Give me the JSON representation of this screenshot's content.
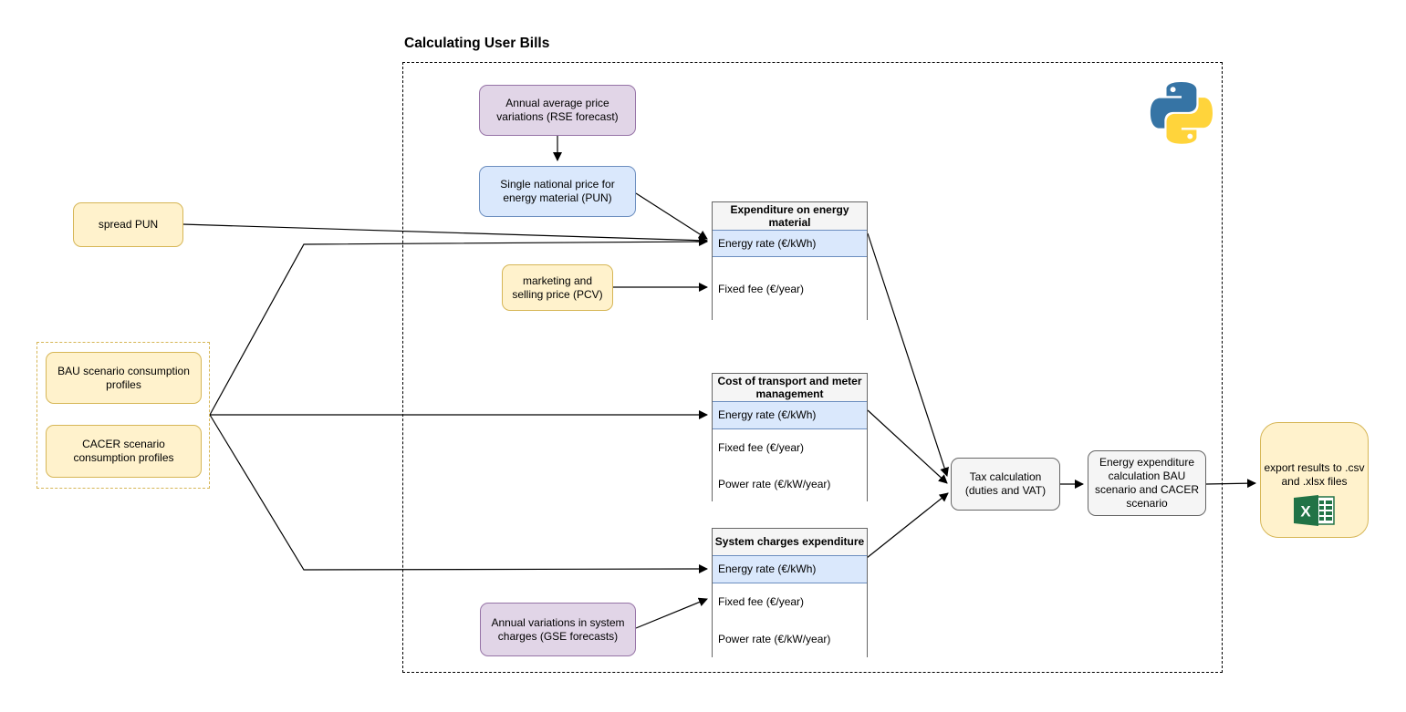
{
  "title": "Calculating User Bills",
  "nodes": {
    "rse_forecast": "Annual average price variations (RSE forecast)",
    "pun": "Single national price for energy material (PUN)",
    "spread_pun": "spread PUN",
    "bau_profiles": "BAU scenario consumption profiles",
    "cacer_profiles": "CACER scenario consumption profiles",
    "pcv": "marketing and selling price (PCV)",
    "gse_forecast": "Annual variations in system charges (GSE forecasts)",
    "tax_calculation": "Tax calculation (duties and VAT)",
    "energy_expenditure": "Energy expenditure calculation BAU scenario and CACER scenario",
    "export_results": "export results to .csv and .xlsx files"
  },
  "tables": [
    {
      "title": "Expenditure on energy material",
      "rows": [
        "Energy rate (€/kWh)",
        "Fixed fee (€/year)"
      ]
    },
    {
      "title": "Cost of transport and meter management",
      "rows": [
        "Energy rate (€/kWh)",
        "Fixed fee (€/year)",
        "Power rate (€/kW/year)"
      ]
    },
    {
      "title": "System charges expenditure",
      "rows": [
        "Energy rate (€/kWh)",
        "Fixed fee (€/year)",
        "Power rate (€/kW/year)"
      ]
    }
  ],
  "icons": {
    "python": "python-logo",
    "excel": "excel-spreadsheet-icon"
  },
  "colors": {
    "purple_fill": "#E1D5E7",
    "purple_stroke": "#9673A6",
    "blue_fill": "#DAE8FC",
    "blue_stroke": "#6C8EBF",
    "yellow_fill": "#FFF2CC",
    "yellow_stroke": "#D6B656",
    "gray_fill": "#F5F5F5",
    "gray_stroke": "#666666",
    "connector": "#000000",
    "python_blue": "#3674A5",
    "python_yellow": "#FFD43B",
    "excel_green": "#217346"
  }
}
